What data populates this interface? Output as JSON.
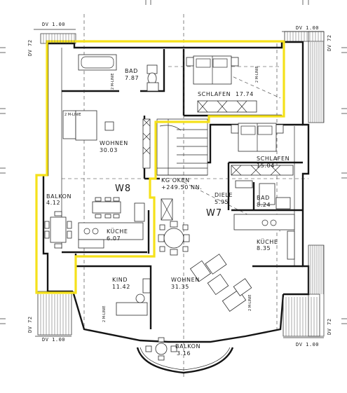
{
  "colors": {
    "highlight": "#F5E11A",
    "ink": "#1a1a1a",
    "paper": "#ffffff"
  },
  "units": {
    "w8": "W8",
    "w7": "W7"
  },
  "rooms": {
    "bad_w8": {
      "name": "BAD",
      "area": "7.87"
    },
    "schlafen_w8": {
      "name": "SCHLAFEN",
      "area": "17.74"
    },
    "wohnen_w8": {
      "name": "WOHNEN",
      "area": "30.03"
    },
    "balkon_w8": {
      "name": "BALKON",
      "area": "4.12"
    },
    "kueche_w8": {
      "name": "KÜCHE",
      "area": "6.07"
    },
    "schlafen_w7": {
      "name": "SCHLAFEN",
      "area": "15.04"
    },
    "bad_w7": {
      "name": "BAD",
      "area": "8.24"
    },
    "diele_w7": {
      "name": "DIELE",
      "area": "5.95"
    },
    "kueche_w7": {
      "name": "KÜCHE",
      "area": "8.35"
    },
    "kind_w7": {
      "name": "KIND",
      "area": "11.42"
    },
    "wohnen_w7": {
      "name": "WOHNEN",
      "area": "31.35"
    },
    "balkon_w7": {
      "name": "BALKON",
      "area": "3.16"
    }
  },
  "labels": {
    "kg_oken": "KG OKEN",
    "kg_height": "+249.50 NN.",
    "dv_100_tl": "DV 1.00",
    "dv_100_tr": "DV 1.00",
    "dv_100_bl": "DV 1.00",
    "dv_100_br": "DV 1.00",
    "dv_72_tl": "DV 72",
    "dv_72_bl": "DV 72",
    "m_linie": "2 M-LINIE"
  }
}
